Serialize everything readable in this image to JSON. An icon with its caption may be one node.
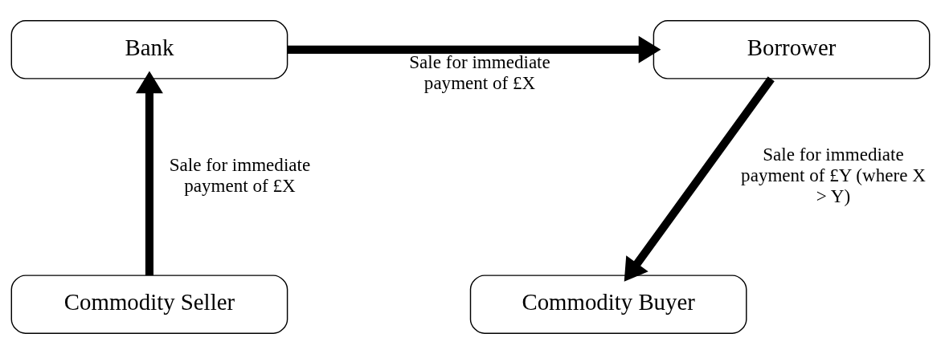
{
  "diagram": {
    "nodes": [
      {
        "text": [
          "Bank"
        ]
      },
      {
        "text": [
          "Borrower"
        ]
      },
      {
        "text": [
          "Commodity Seller"
        ]
      },
      {
        "text": [
          "Commodity Buyer"
        ]
      }
    ],
    "edges": [
      {
        "from": 2,
        "to": 0,
        "arrow": "to",
        "label": "Sale for immediate payment of £X"
      },
      {
        "from": 0,
        "to": 1,
        "arrow": "to",
        "label": "Sale for immediate payment of £X"
      },
      {
        "from": 1,
        "to": 3,
        "arrow": "to",
        "label": "Sale for immediate payment of £Y (where X > Y)"
      }
    ]
  }
}
